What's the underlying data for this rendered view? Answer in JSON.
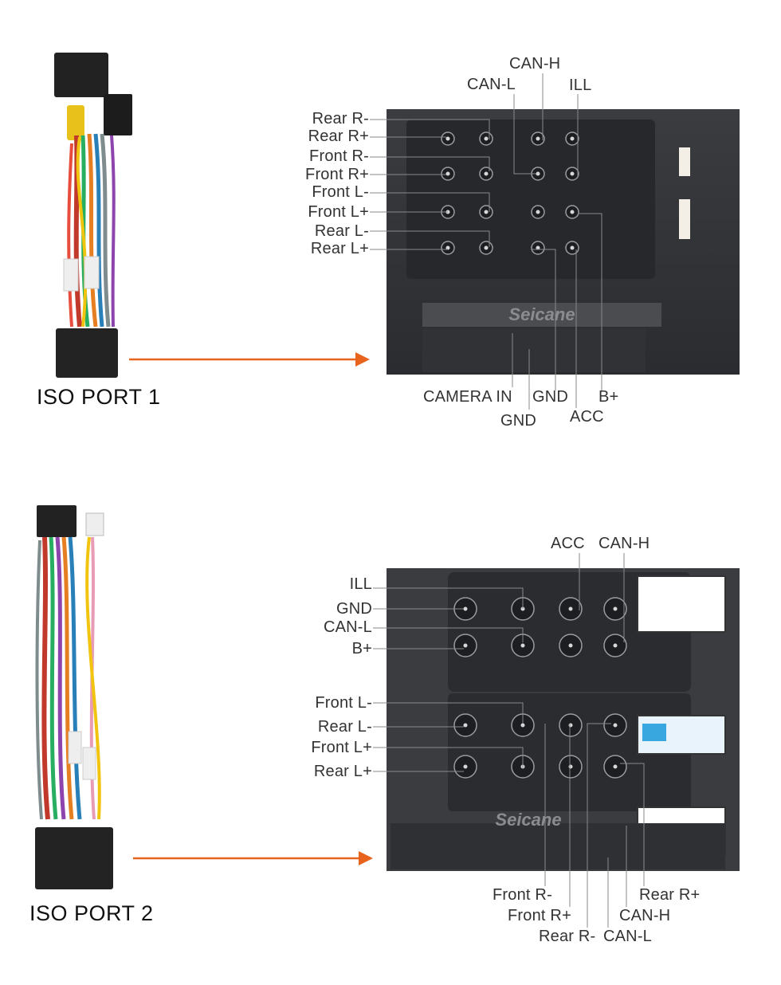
{
  "colors": {
    "arrow": "#e8641d",
    "leader": "#8a8a8a",
    "label": "#333333"
  },
  "brand_watermark": "Seicane",
  "port1": {
    "title": "ISO PORT 1",
    "left_labels": [
      "Rear R-",
      "Rear R+",
      "Front R-",
      "Front R+",
      "Front L-",
      "Front L+",
      "Rear L-",
      "Rear L+"
    ],
    "top_labels": {
      "can_h": "CAN-H",
      "can_l": "CAN-L",
      "ill": "ILL"
    },
    "bottom_labels": {
      "camera_in": "CAMERA IN",
      "gnd_a": "GND",
      "b_plus": "B+",
      "gnd_b": "GND",
      "acc": "ACC"
    }
  },
  "port2": {
    "title": "ISO PORT 2",
    "left_labels": [
      "ILL",
      "GND",
      "CAN-L",
      "B+",
      "Front L-",
      "Rear L-",
      "Front L+",
      "Rear L+"
    ],
    "top_labels": {
      "acc": "ACC",
      "can_h": "CAN-H"
    },
    "bottom_labels": {
      "front_r_minus": "Front R-",
      "rear_r_plus": "Rear R+",
      "front_r_plus": "Front R+",
      "can_h": "CAN-H",
      "rear_r_minus": "Rear R-",
      "can_l": "CAN-L"
    }
  }
}
